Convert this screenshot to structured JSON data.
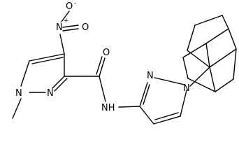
{
  "molecule": {
    "atoms": {
      "nitro_n": "N",
      "nitro_plus": "+",
      "nitro_o_top": "O",
      "nitro_o_minus": "-",
      "nitro_o_bottom": "O",
      "pyrazole1_n1": "N",
      "pyrazole1_n2": "N",
      "amide_o": "O",
      "amide_nh": "NH",
      "pyrazole2_n1": "N",
      "pyrazole2_n2": "N"
    },
    "colors": {
      "line": "#000000",
      "background": "#ffffff"
    }
  }
}
